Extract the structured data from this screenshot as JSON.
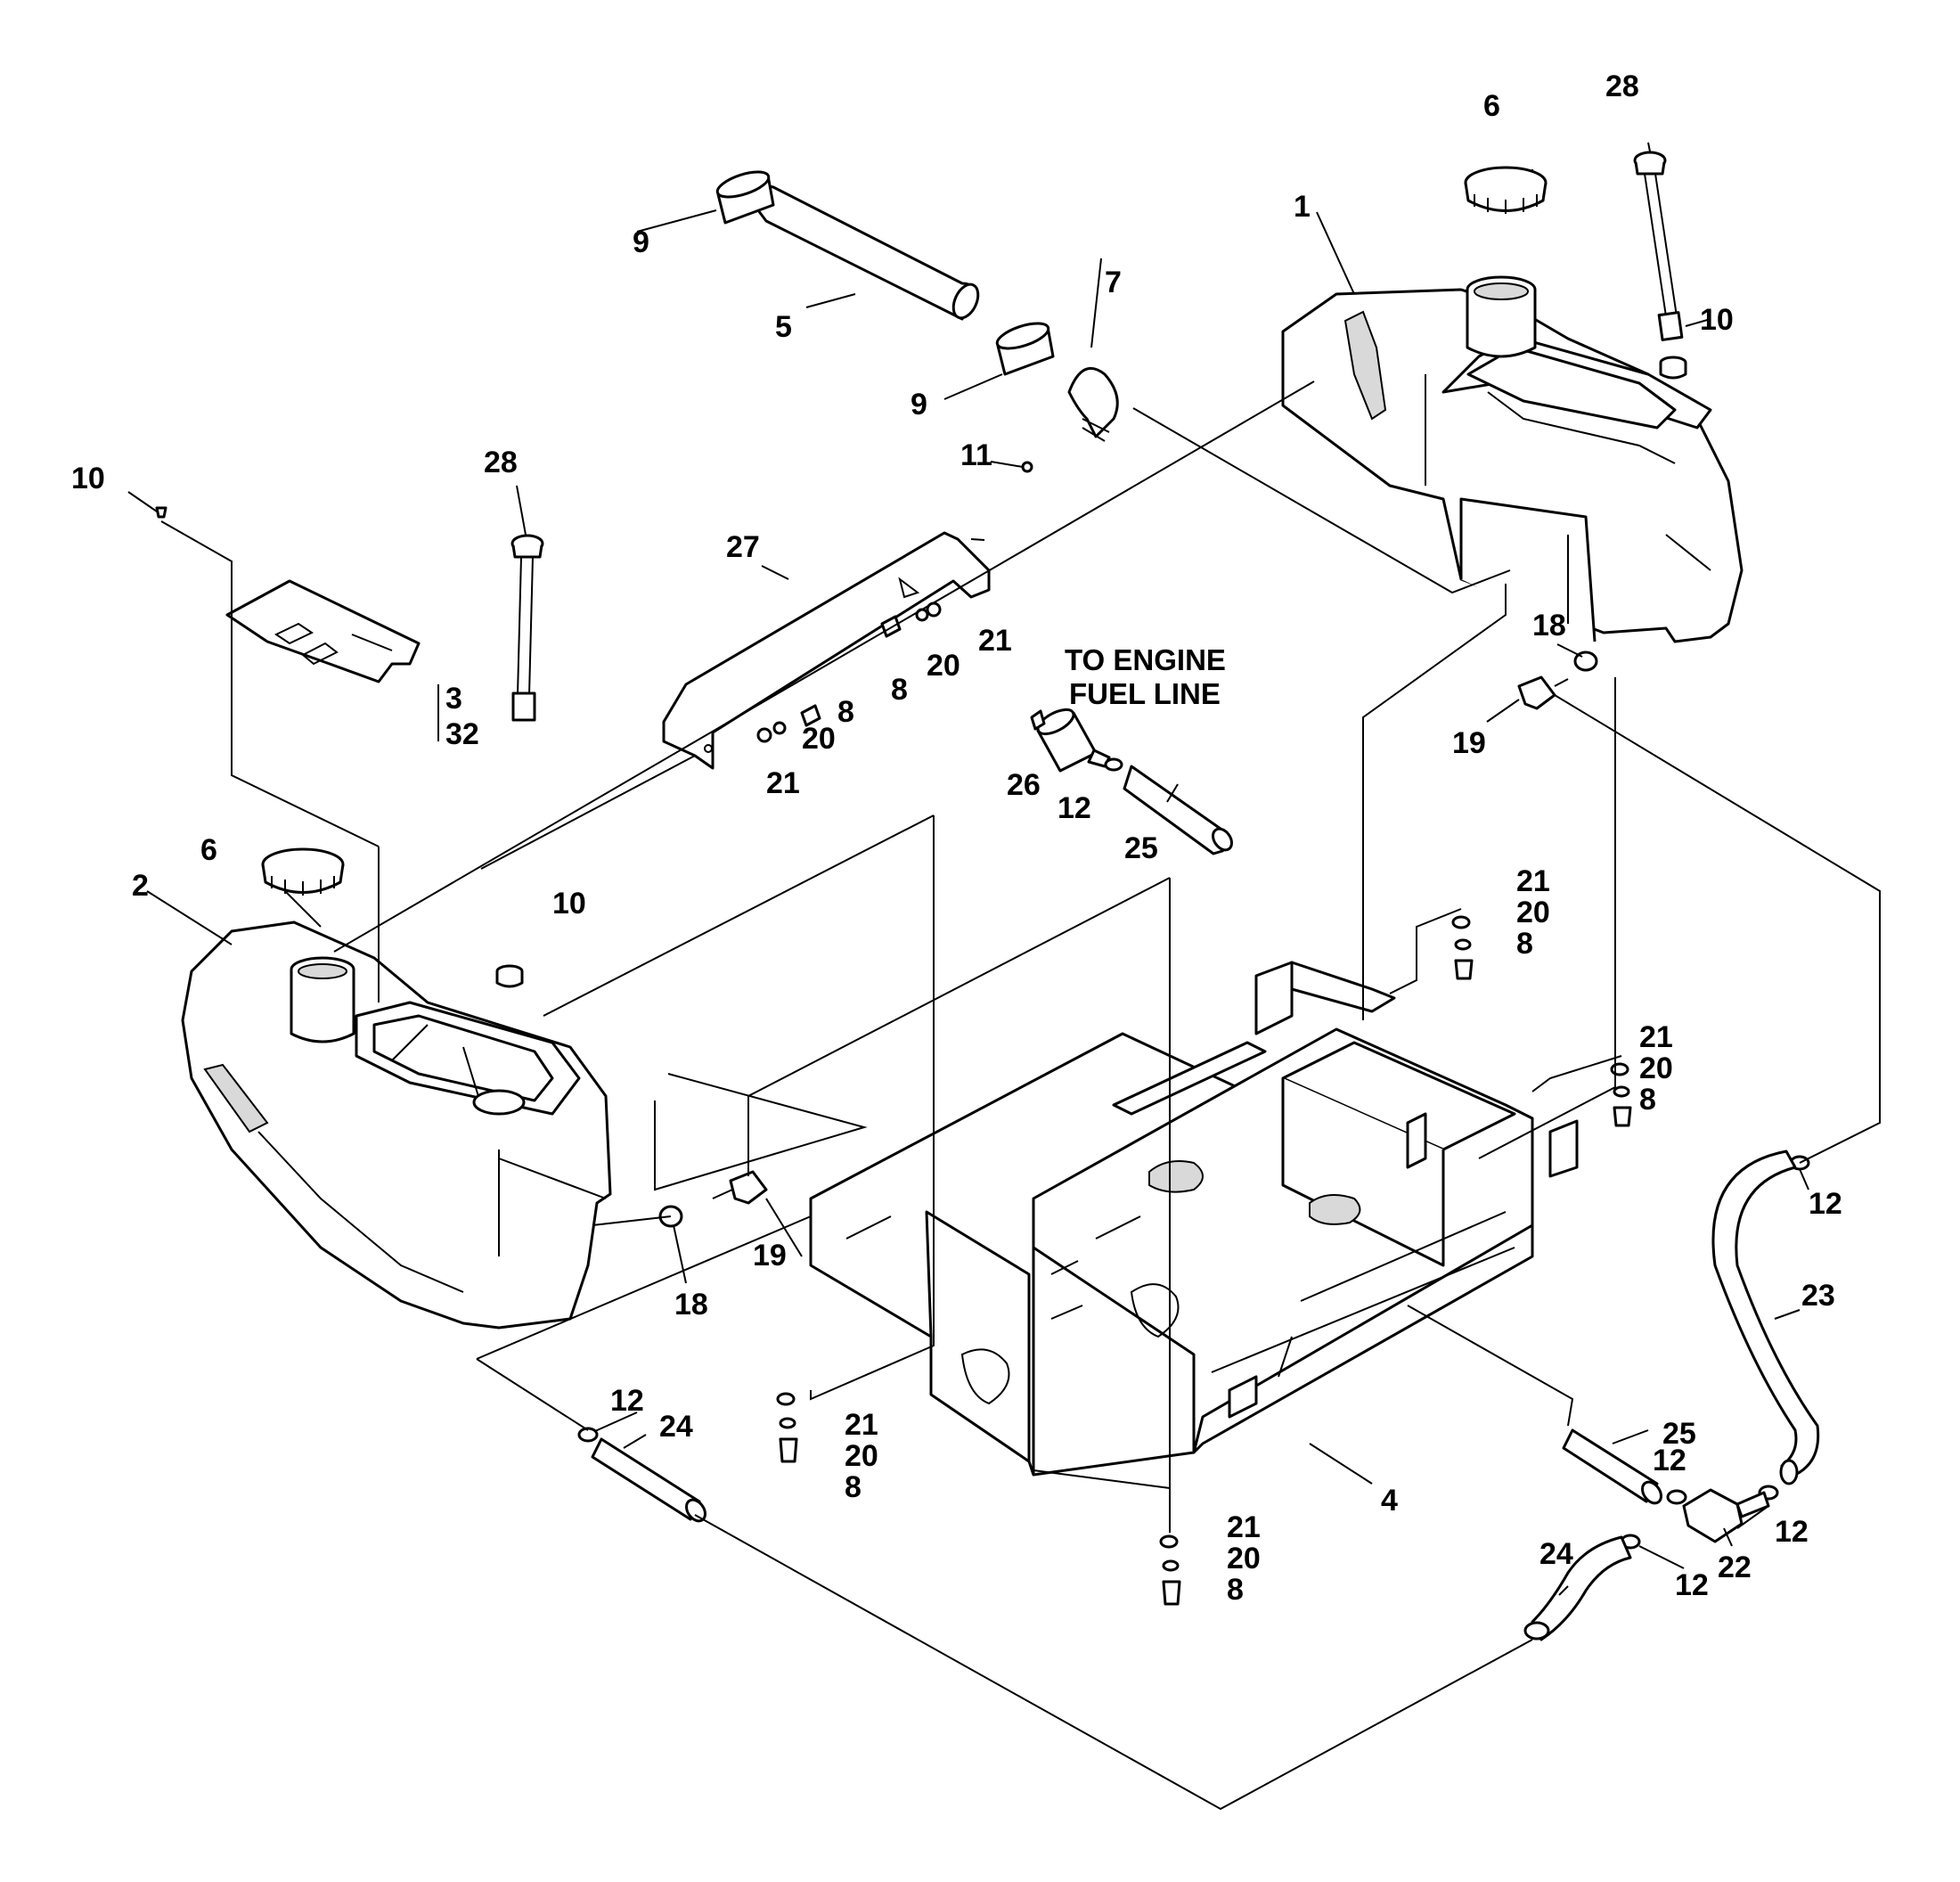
{
  "note": {
    "line1": "TO ENGINE",
    "line2": "FUEL LINE"
  },
  "callouts": {
    "c_1": "1",
    "c_2": "2",
    "c_3": "3",
    "c_32": "32",
    "c_4": "4",
    "c_5": "5",
    "c_6a": "6",
    "c_6b": "6",
    "c_7": "7",
    "c_8": "8",
    "c_9": "9",
    "c_10": "10",
    "c_11": "11",
    "c_12": "12",
    "c_18": "18",
    "c_19": "19",
    "c_20": "20",
    "c_21": "21",
    "c_22": "22",
    "c_23": "23",
    "c_24": "24",
    "c_25": "25",
    "c_26": "26",
    "c_27": "27",
    "c_28": "28"
  },
  "colors": {
    "line": "#000000",
    "background": "#ffffff",
    "shade": "#d9d9d9"
  }
}
